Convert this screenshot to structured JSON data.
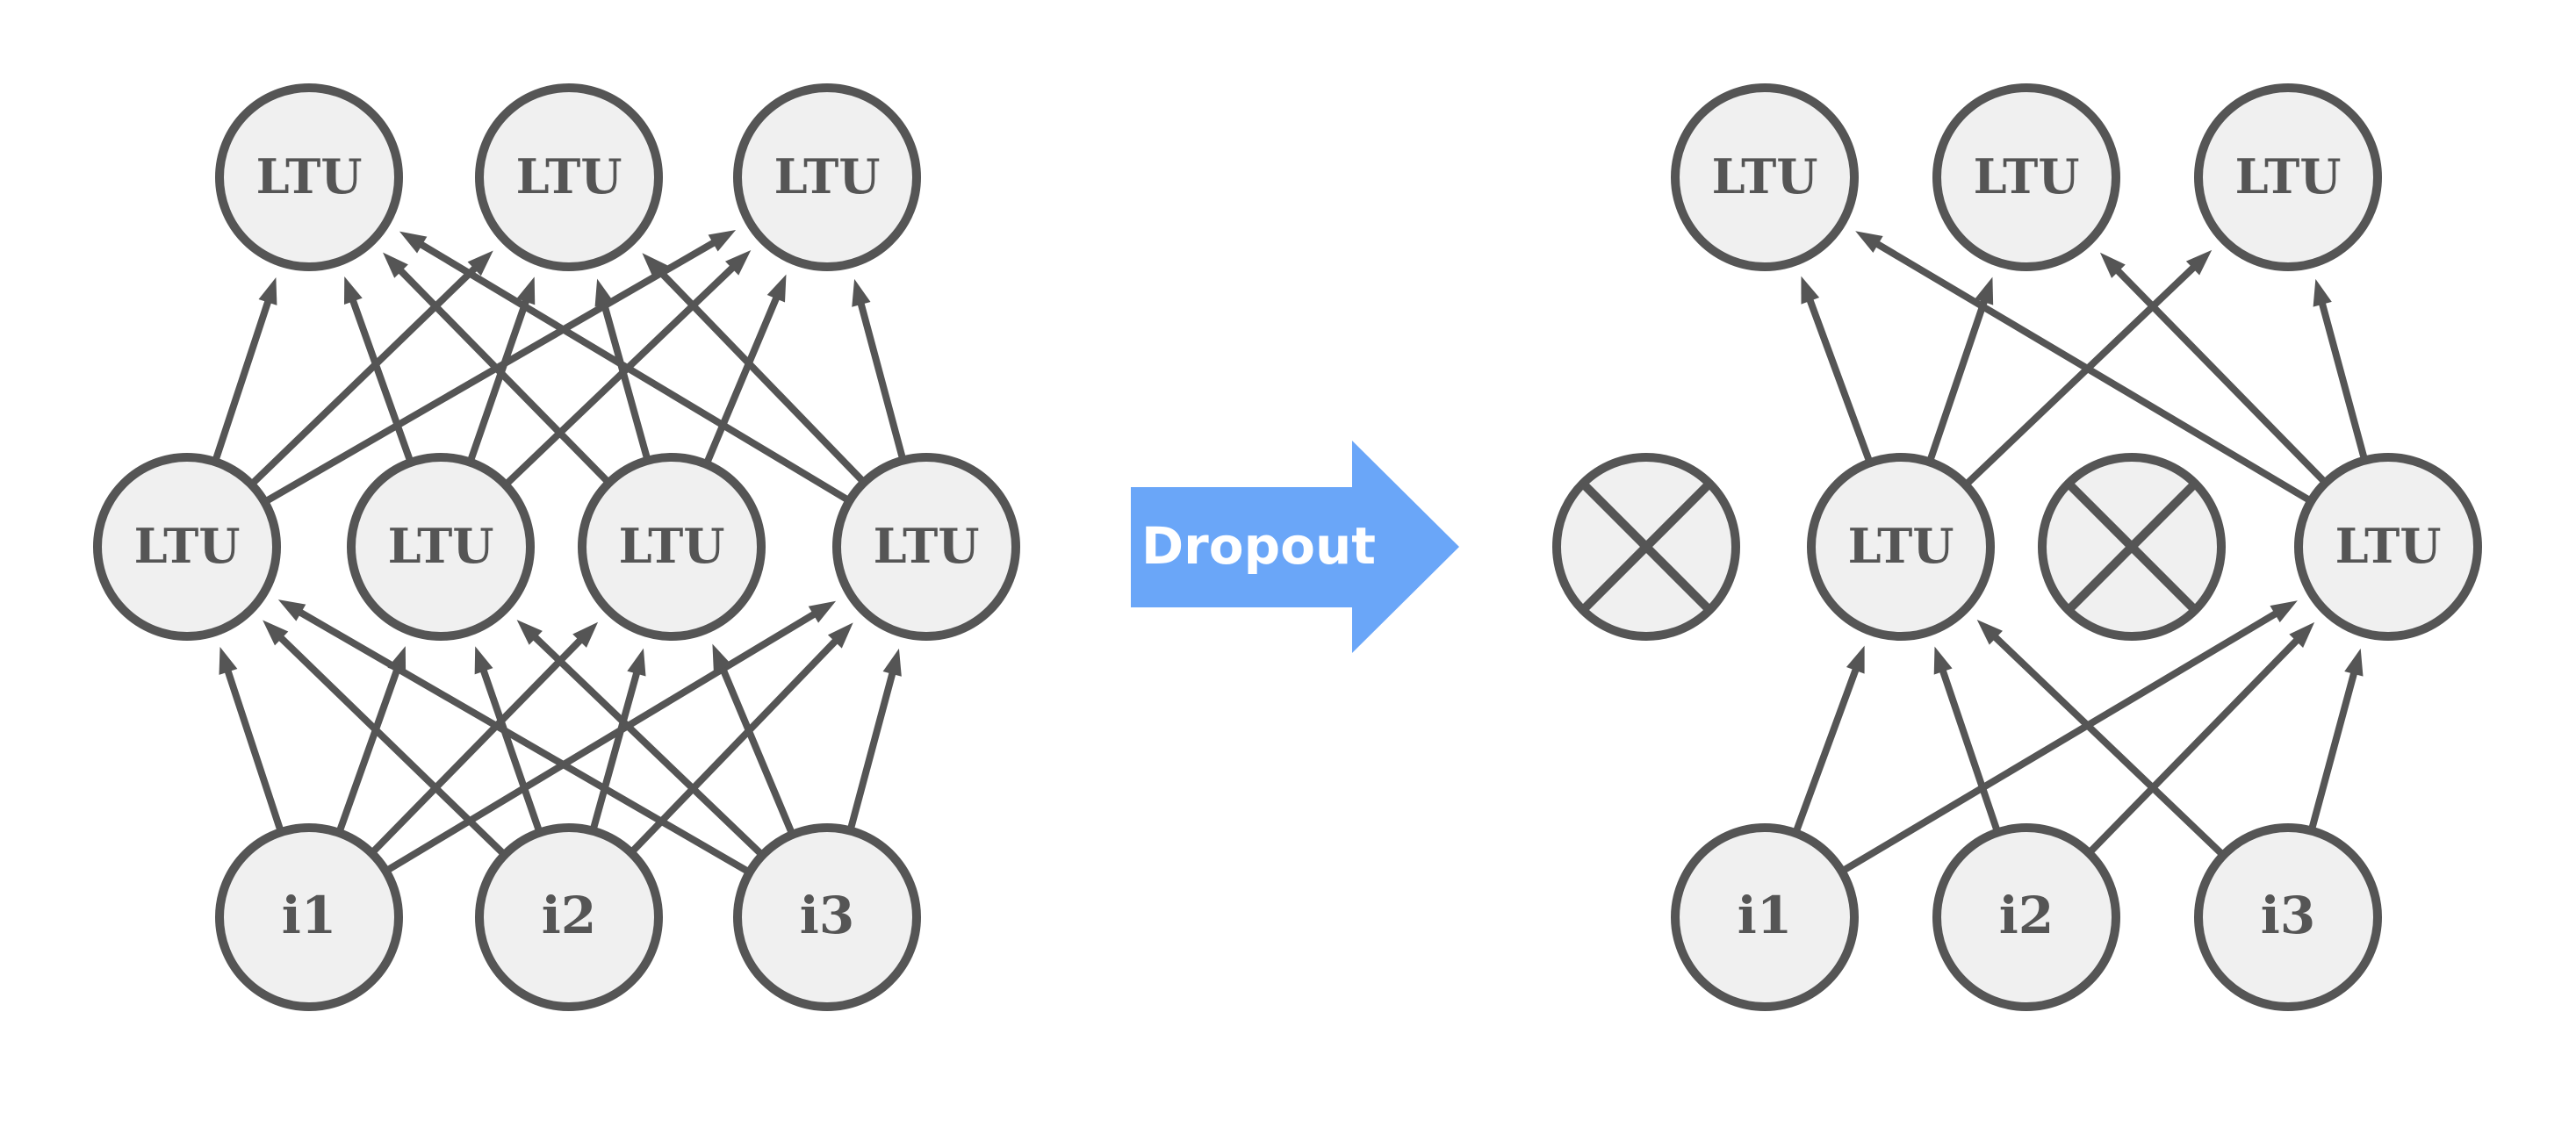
{
  "node_label": "LTU",
  "input_labels": [
    "i1",
    "i2",
    "i3"
  ],
  "arrow_label": "Dropout",
  "colors": {
    "node_fill": "#f0f0f0",
    "stroke": "#555555",
    "arrow": "#6aa6f8",
    "arrow_text": "#ffffff"
  }
}
